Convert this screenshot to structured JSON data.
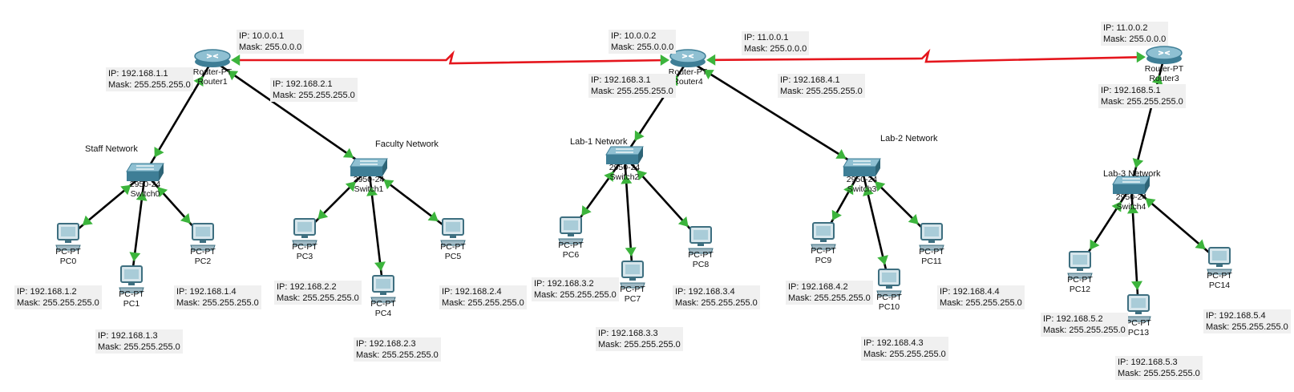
{
  "colors": {
    "ethernet": "#000000",
    "serial": "#e5161d",
    "link_up": "#3cb43c"
  },
  "routers": [
    {
      "id": "r1",
      "model": "Router-PT",
      "name": "Router1"
    },
    {
      "id": "r4",
      "model": "Router-PT",
      "name": "Router4"
    },
    {
      "id": "r3",
      "model": "Router-PT",
      "name": "Router3"
    }
  ],
  "switches": [
    {
      "id": "s0",
      "model": "2950-24",
      "name": "Switch0",
      "network": "Staff Network"
    },
    {
      "id": "s1",
      "model": "2950-24",
      "name": "Switch1",
      "network": "Faculty Network"
    },
    {
      "id": "s2",
      "model": "2950-24",
      "name": "Switch2",
      "network": "Lab-1 Network"
    },
    {
      "id": "s3",
      "model": "2950-24",
      "name": "Switch3",
      "network": "Lab-2 Network"
    },
    {
      "id": "s4",
      "model": "2950-24",
      "name": "Switch4",
      "network": "Lab-3 Network"
    }
  ],
  "pcs": [
    {
      "id": "pc0",
      "model": "PC-PT",
      "name": "PC0",
      "ip": "IP: 192.168.1.2",
      "mask": "Mask: 255.255.255.0"
    },
    {
      "id": "pc1",
      "model": "PC-PT",
      "name": "PC1",
      "ip": "IP: 192.168.1.3",
      "mask": "Mask: 255.255.255.0"
    },
    {
      "id": "pc2",
      "model": "PC-PT",
      "name": "PC2",
      "ip": "IP: 192.168.1.4",
      "mask": "Mask: 255.255.255.0"
    },
    {
      "id": "pc3",
      "model": "PC-PT",
      "name": "PC3",
      "ip": "IP: 192.168.2.2",
      "mask": "Mask: 255.255.255.0"
    },
    {
      "id": "pc4",
      "model": "PC-PT",
      "name": "PC4",
      "ip": "IP: 192.168.2.3",
      "mask": "Mask: 255.255.255.0"
    },
    {
      "id": "pc5",
      "model": "PC-PT",
      "name": "PC5",
      "ip": "IP: 192.168.2.4",
      "mask": "Mask: 255.255.255.0"
    },
    {
      "id": "pc6",
      "model": "PC-PT",
      "name": "PC6",
      "ip": "IP: 192.168.3.2",
      "mask": "Mask: 255.255.255.0"
    },
    {
      "id": "pc7",
      "model": "PC-PT",
      "name": "PC7",
      "ip": "IP: 192.168.3.3",
      "mask": "Mask: 255.255.255.0"
    },
    {
      "id": "pc8",
      "model": "PC-PT",
      "name": "PC8",
      "ip": "IP: 192.168.3.4",
      "mask": "Mask: 255.255.255.0"
    },
    {
      "id": "pc9",
      "model": "PC-PT",
      "name": "PC9",
      "ip": "IP: 192.168.4.2",
      "mask": "Mask: 255.255.255.0"
    },
    {
      "id": "pc10",
      "model": "PC-PT",
      "name": "PC10",
      "ip": "IP: 192.168.4.3",
      "mask": "Mask: 255.255.255.0"
    },
    {
      "id": "pc11",
      "model": "PC-PT",
      "name": "PC11",
      "ip": "IP: 192.168.4.4",
      "mask": "Mask: 255.255.255.0"
    },
    {
      "id": "pc12",
      "model": "PC-PT",
      "name": "PC12",
      "ip": "IP: 192.168.5.2",
      "mask": "Mask: 255.255.255.0"
    },
    {
      "id": "pc13",
      "model": "PC-PT",
      "name": "PC13",
      "ip": "IP: 192.168.5.3",
      "mask": "Mask: 255.255.255.0"
    },
    {
      "id": "pc14",
      "model": "PC-PT",
      "name": "PC14",
      "ip": "IP: 192.168.5.4",
      "mask": "Mask: 255.255.255.0"
    }
  ],
  "interface_labels": [
    {
      "id": "r1_wan",
      "ip": "IP: 10.0.0.1",
      "mask": "Mask: 255.0.0.0"
    },
    {
      "id": "r1_lan1",
      "ip": "IP: 192.168.1.1",
      "mask": "Mask: 255.255.255.0"
    },
    {
      "id": "r1_lan2",
      "ip": "IP: 192.168.2.1",
      "mask": "Mask: 255.255.255.0"
    },
    {
      "id": "r4_wan1",
      "ip": "IP: 10.0.0.2",
      "mask": "Mask: 255.0.0.0"
    },
    {
      "id": "r4_wan2",
      "ip": "IP: 11.0.0.1",
      "mask": "Mask: 255.0.0.0"
    },
    {
      "id": "r4_lan1",
      "ip": "IP: 192.168.3.1",
      "mask": "Mask: 255.255.255.0"
    },
    {
      "id": "r4_lan2",
      "ip": "IP: 192.168.4.1",
      "mask": "Mask: 255.255.255.0"
    },
    {
      "id": "r3_wan",
      "ip": "IP: 11.0.0.2",
      "mask": "Mask: 255.0.0.0"
    },
    {
      "id": "r3_lan",
      "ip": "IP: 192.168.5.1",
      "mask": "Mask: 255.255.255.0"
    }
  ],
  "links": [
    {
      "from": "r1",
      "to": "r4",
      "type": "serial"
    },
    {
      "from": "r4",
      "to": "r3",
      "type": "serial"
    },
    {
      "from": "r1",
      "to": "s0",
      "type": "ethernet"
    },
    {
      "from": "r1",
      "to": "s1",
      "type": "ethernet"
    },
    {
      "from": "r4",
      "to": "s2",
      "type": "ethernet"
    },
    {
      "from": "r4",
      "to": "s3",
      "type": "ethernet"
    },
    {
      "from": "r3",
      "to": "s4",
      "type": "ethernet"
    },
    {
      "from": "s0",
      "to": "pc0",
      "type": "ethernet"
    },
    {
      "from": "s0",
      "to": "pc1",
      "type": "ethernet"
    },
    {
      "from": "s0",
      "to": "pc2",
      "type": "ethernet"
    },
    {
      "from": "s1",
      "to": "pc3",
      "type": "ethernet"
    },
    {
      "from": "s1",
      "to": "pc4",
      "type": "ethernet"
    },
    {
      "from": "s1",
      "to": "pc5",
      "type": "ethernet"
    },
    {
      "from": "s2",
      "to": "pc6",
      "type": "ethernet"
    },
    {
      "from": "s2",
      "to": "pc7",
      "type": "ethernet"
    },
    {
      "from": "s2",
      "to": "pc8",
      "type": "ethernet"
    },
    {
      "from": "s3",
      "to": "pc9",
      "type": "ethernet"
    },
    {
      "from": "s3",
      "to": "pc10",
      "type": "ethernet"
    },
    {
      "from": "s3",
      "to": "pc11",
      "type": "ethernet"
    },
    {
      "from": "s4",
      "to": "pc12",
      "type": "ethernet"
    },
    {
      "from": "s4",
      "to": "pc13",
      "type": "ethernet"
    },
    {
      "from": "s4",
      "to": "pc14",
      "type": "ethernet"
    }
  ]
}
